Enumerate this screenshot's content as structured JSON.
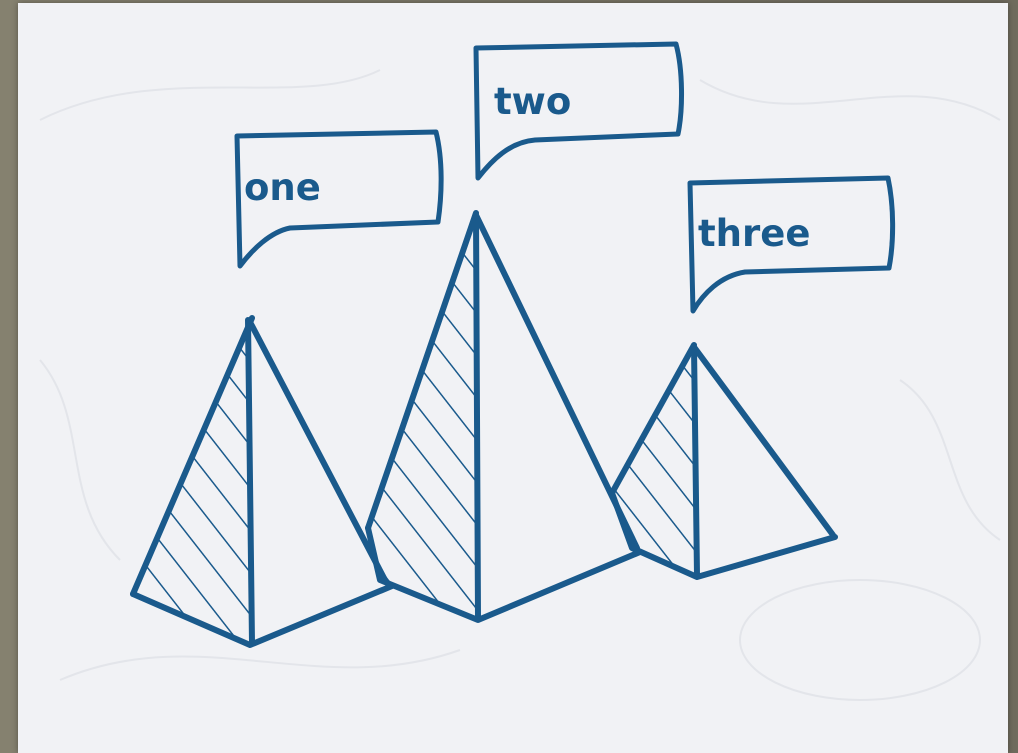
{
  "colors": {
    "ink": "#1a5a8c",
    "paper": "#f1f2f5",
    "frame": "#7b7768"
  },
  "labels": {
    "one": "one",
    "two": "two",
    "three": "three"
  }
}
